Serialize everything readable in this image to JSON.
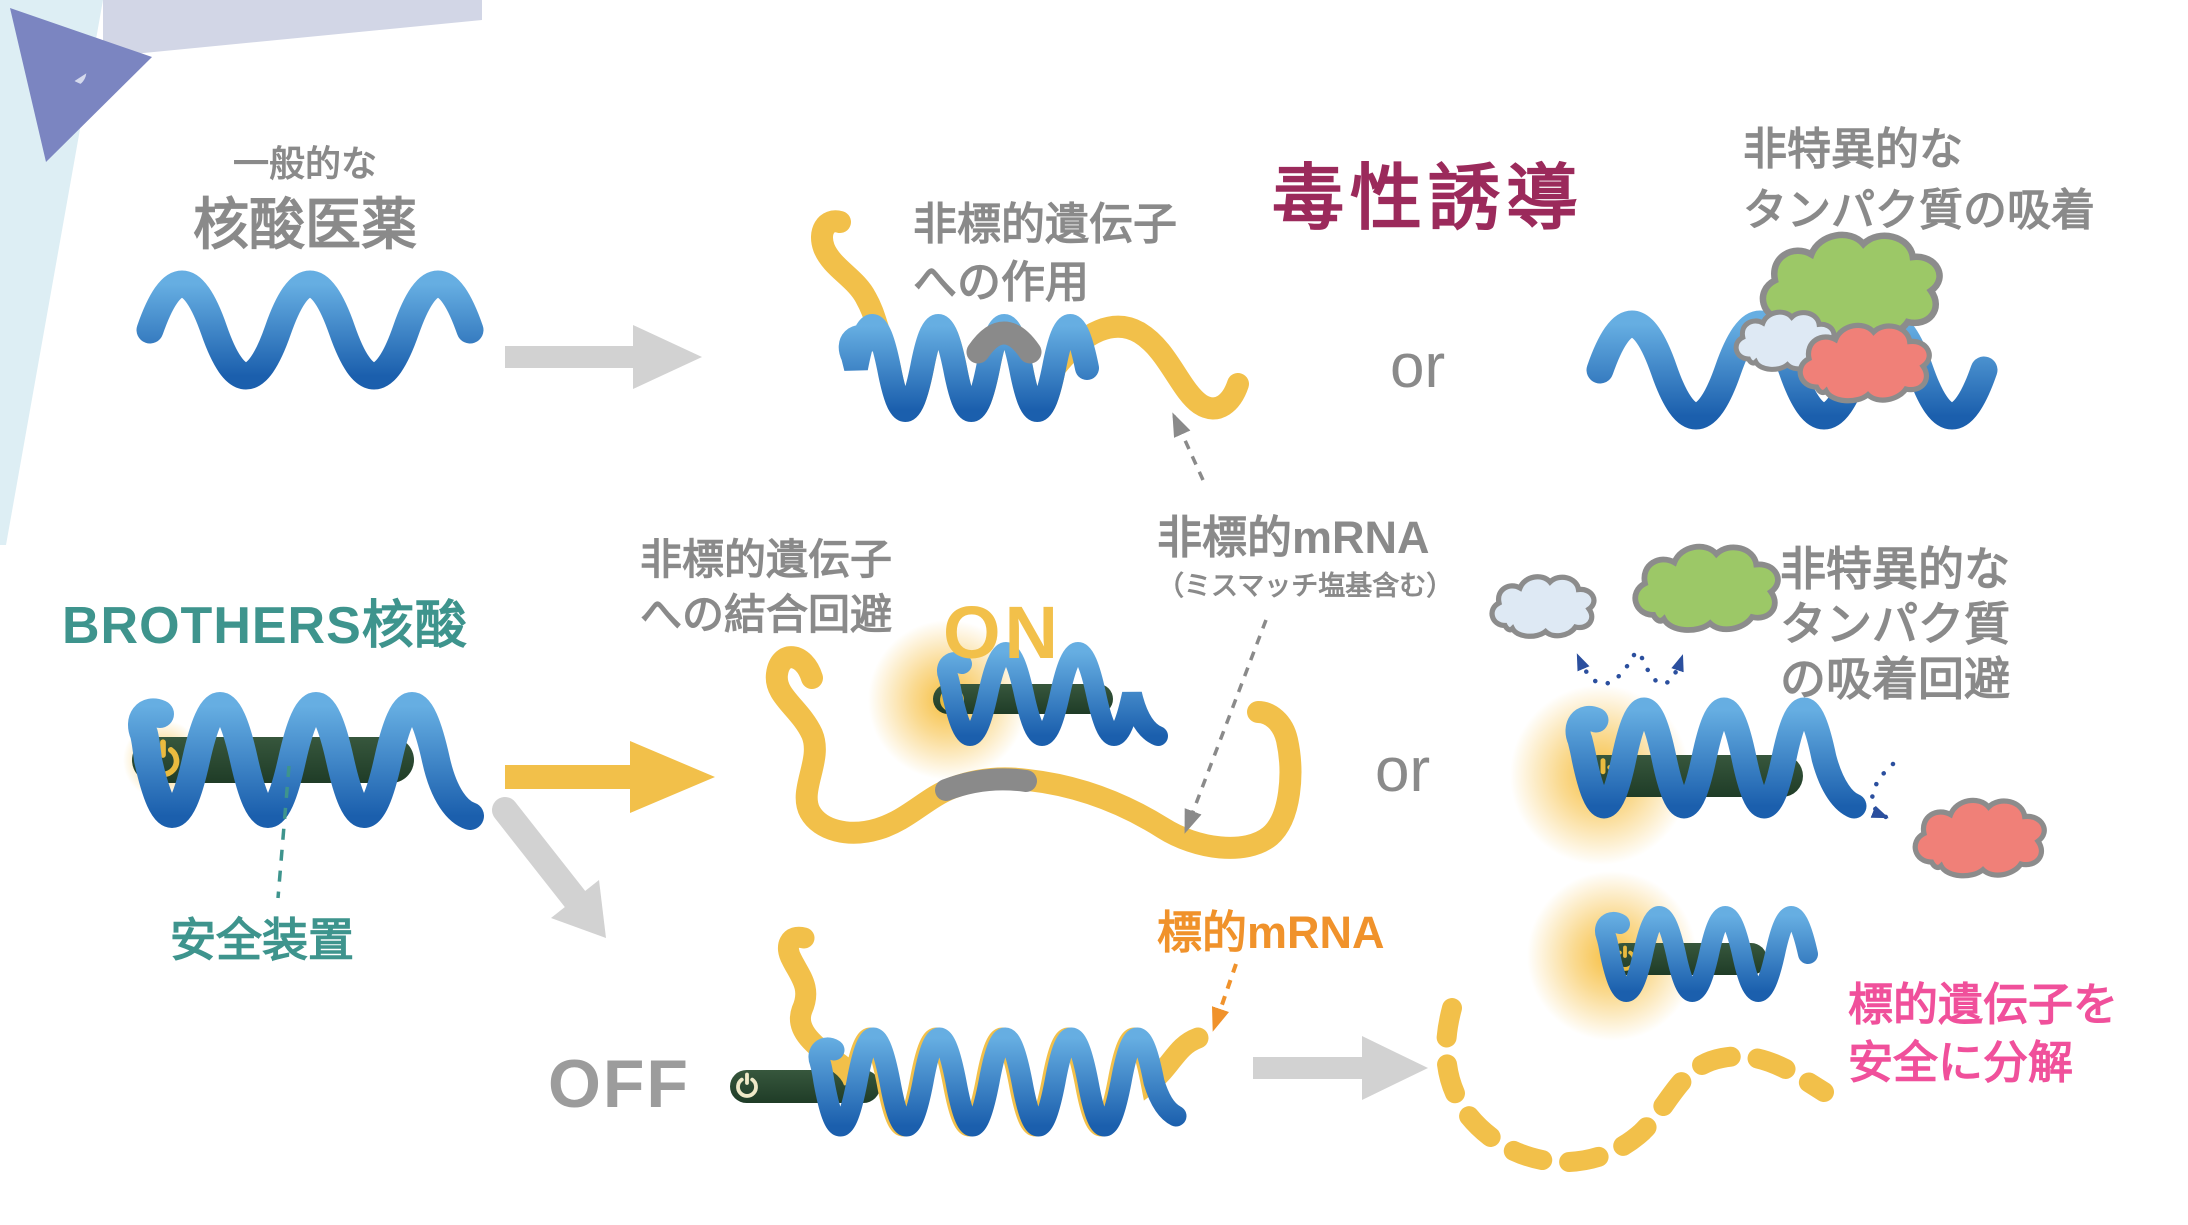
{
  "top_row": {
    "generic_drug_label": {
      "line1": "一般的な",
      "line2": "核酸医薬"
    },
    "offtarget_action_label": {
      "line1": "非標的遺伝子",
      "line2": "への作用"
    },
    "toxicity_title": "毒性誘導",
    "or1": "or",
    "nonspecific_adsorption_label": {
      "line1": "非特異的な",
      "line2": "タンパク質の吸着"
    }
  },
  "middle_row": {
    "brothers_label": "BROTHERS核酸",
    "safety_device_label": "安全装置",
    "avoid_binding_label": {
      "line1": "非標的遺伝子",
      "line2": "への結合回避"
    },
    "on_label": "ON",
    "offtarget_mrna_label": {
      "line1": "非標的mRNA",
      "line2": "（ミスマッチ塩基含む）"
    },
    "or2": "or",
    "avoid_adsorption_label": {
      "line1": "非特異的な",
      "line2": "タンパク質",
      "line3": "の吸着回避"
    }
  },
  "bottom_row": {
    "off_label": "OFF",
    "target_mrna_label": "標的mRNA",
    "safe_degradation_label": {
      "line1": "標的遺伝子を",
      "line2": "安全に分解"
    }
  },
  "icons": {
    "power": "power-icon",
    "dna_corner": "dna-helix-icon",
    "protein_blobs": [
      "protein-blob-green",
      "protein-blob-lightblue",
      "protein-blob-red"
    ]
  },
  "colors": {
    "strand_blue": "#2e7fc8",
    "strand_yellow": "#f2c04a",
    "safety_rod_green": "#2b4a30",
    "toxicity_maroon": "#9b2a5b",
    "brand_teal": "#3e948d",
    "label_gray": "#8a8a8a",
    "target_orange": "#f0922b",
    "degrade_pink": "#f0509b",
    "bounce_navy": "#2b4f9e",
    "arrow_gray": "#d2d2d2",
    "glow_yellow": "#f5b731"
  }
}
